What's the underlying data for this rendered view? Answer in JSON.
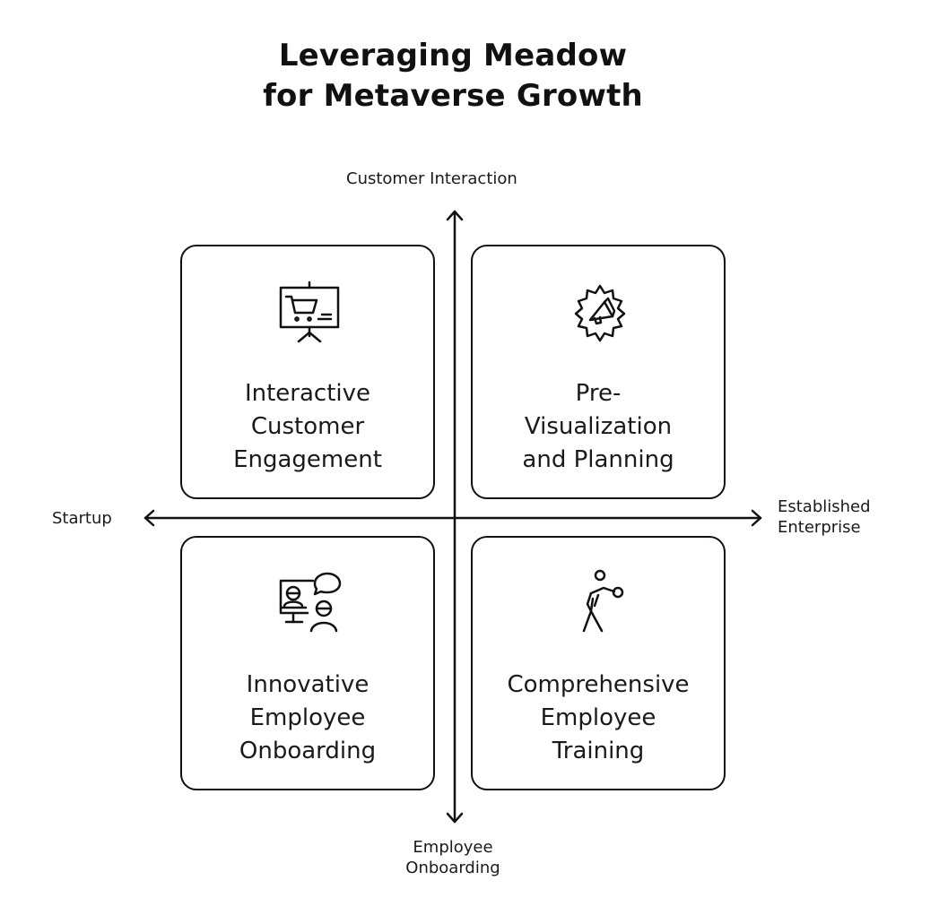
{
  "title": {
    "line1": "Leveraging Meadow",
    "line2": "for Metaverse Growth"
  },
  "axes": {
    "top": "Customer Interaction",
    "bottom": [
      "Employee",
      "Onboarding"
    ],
    "left": "Startup",
    "right": [
      "Established",
      "Enterprise"
    ]
  },
  "quadrants": [
    {
      "icon": "presentation-board-cart-icon",
      "lines": [
        "Interactive",
        "Customer",
        "Engagement"
      ]
    },
    {
      "icon": "gear-megaphone-icon",
      "lines": [
        "Pre-",
        "Visualization",
        "and Planning"
      ]
    },
    {
      "icon": "video-call-chat-icon",
      "lines": [
        "Innovative",
        "Employee",
        "Onboarding"
      ]
    },
    {
      "icon": "person-boxing-icon",
      "lines": [
        "Comprehensive",
        "Employee",
        "Training"
      ]
    }
  ],
  "colors": {
    "stroke": "#111111",
    "background": "#ffffff"
  }
}
